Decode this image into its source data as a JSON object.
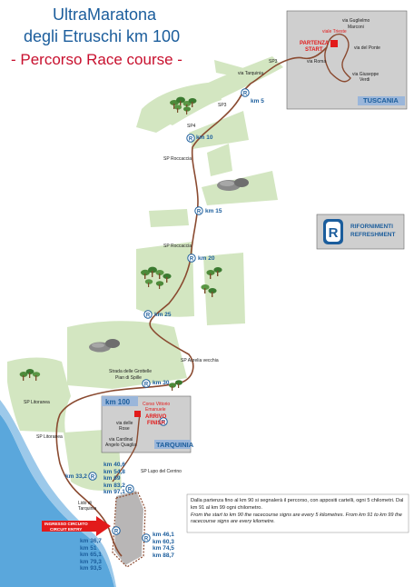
{
  "title": {
    "line1": "UltraMaratona",
    "line2": "degli Etruschi km 100",
    "line3": "- Percorso Race course -"
  },
  "towns": {
    "tuscania": "TUSCANIA",
    "tarquinia": "TARQUINIA"
  },
  "start": {
    "line1": "PARTENZA",
    "line2": "START"
  },
  "finish": {
    "line1": "ARRIVO",
    "line2": "FINISH"
  },
  "finish_box_head": "km 100",
  "circuit_entry": {
    "line1": "INGRESSO CIRCUITO",
    "line2": "CIRCUIT ENTRY"
  },
  "legend": {
    "symbol": "R",
    "line1": "RIFORNIMENTI",
    "line2": "REFRESHMENT"
  },
  "roads": {
    "via_trieste": "viale Trieste",
    "via_guglielmo": "via Guglielmo",
    "marconi": "Marconi",
    "via_del_ponte": "via del Ponte",
    "via_roma": "via Roma",
    "via_giuseppe": "via Giuseppe",
    "verdi": "Verdi",
    "sp3_a": "SP3",
    "via_tarquinia": "via Tarquinia",
    "sp3_b": "SP3",
    "sp4": "SP4",
    "sp_roccaccia_1": "SP Roccaccia",
    "sp_roccaccia_2": "SP Roccaccia",
    "sp_aurelia": "SP Aurelia vecchia",
    "strada_grottelle": "Strada delle Grottelle",
    "pian_spille": "Pian di Spille",
    "sp_litoranea_1": "SP Litoranea",
    "sp_litoranea_2": "SP Litoranea",
    "corso_ve_1": "Corso Vittorio",
    "corso_ve_2": "Emanuele",
    "via_rose_1": "via delle",
    "via_rose_2": "Rose",
    "via_cardinal_1": "via Cardinal",
    "via_cardinal_2": "Angelo Quaglia",
    "sp_lupo": "SP Lupo del Cerrino",
    "lido_1": "Lido di",
    "lido_2": "Tarquinia"
  },
  "km_markers": {
    "k5": "km 5",
    "k10": "km 10",
    "k15": "km 15",
    "k20": "km 20",
    "k25": "km 25",
    "k30": "km 30",
    "k33": "km 33,2"
  },
  "km_lists": {
    "north": [
      "km 40,6",
      "km 54,8",
      "km 69",
      "km 83,2",
      "km 97,1"
    ],
    "west": [
      "km 36,7",
      "km 51",
      "km 65,1",
      "km 79,3",
      "km 93,5"
    ],
    "east": [
      "km 46,1",
      "km 60,3",
      "km 74,5",
      "km 88,7"
    ]
  },
  "note": {
    "it": "Dalla partenza fino al km 90 si segnalerà il percorso, con appositi cartelli, ogni 5 chilometri. Dal km 91 al km 99 ogni chilometro.",
    "en": "From the start to km 90 the racecourse signs are every 5 kilometres. From km 91 to km 99 the racecourse signs are every kilometre."
  },
  "colors": {
    "title_blue": "#1b5d9c",
    "title_red": "#c8102e",
    "sea_blue": "#5aa7dc",
    "land_green": "#d3e6c1",
    "route_brown": "#8a4a30",
    "finish_red": "#e21b1b"
  }
}
